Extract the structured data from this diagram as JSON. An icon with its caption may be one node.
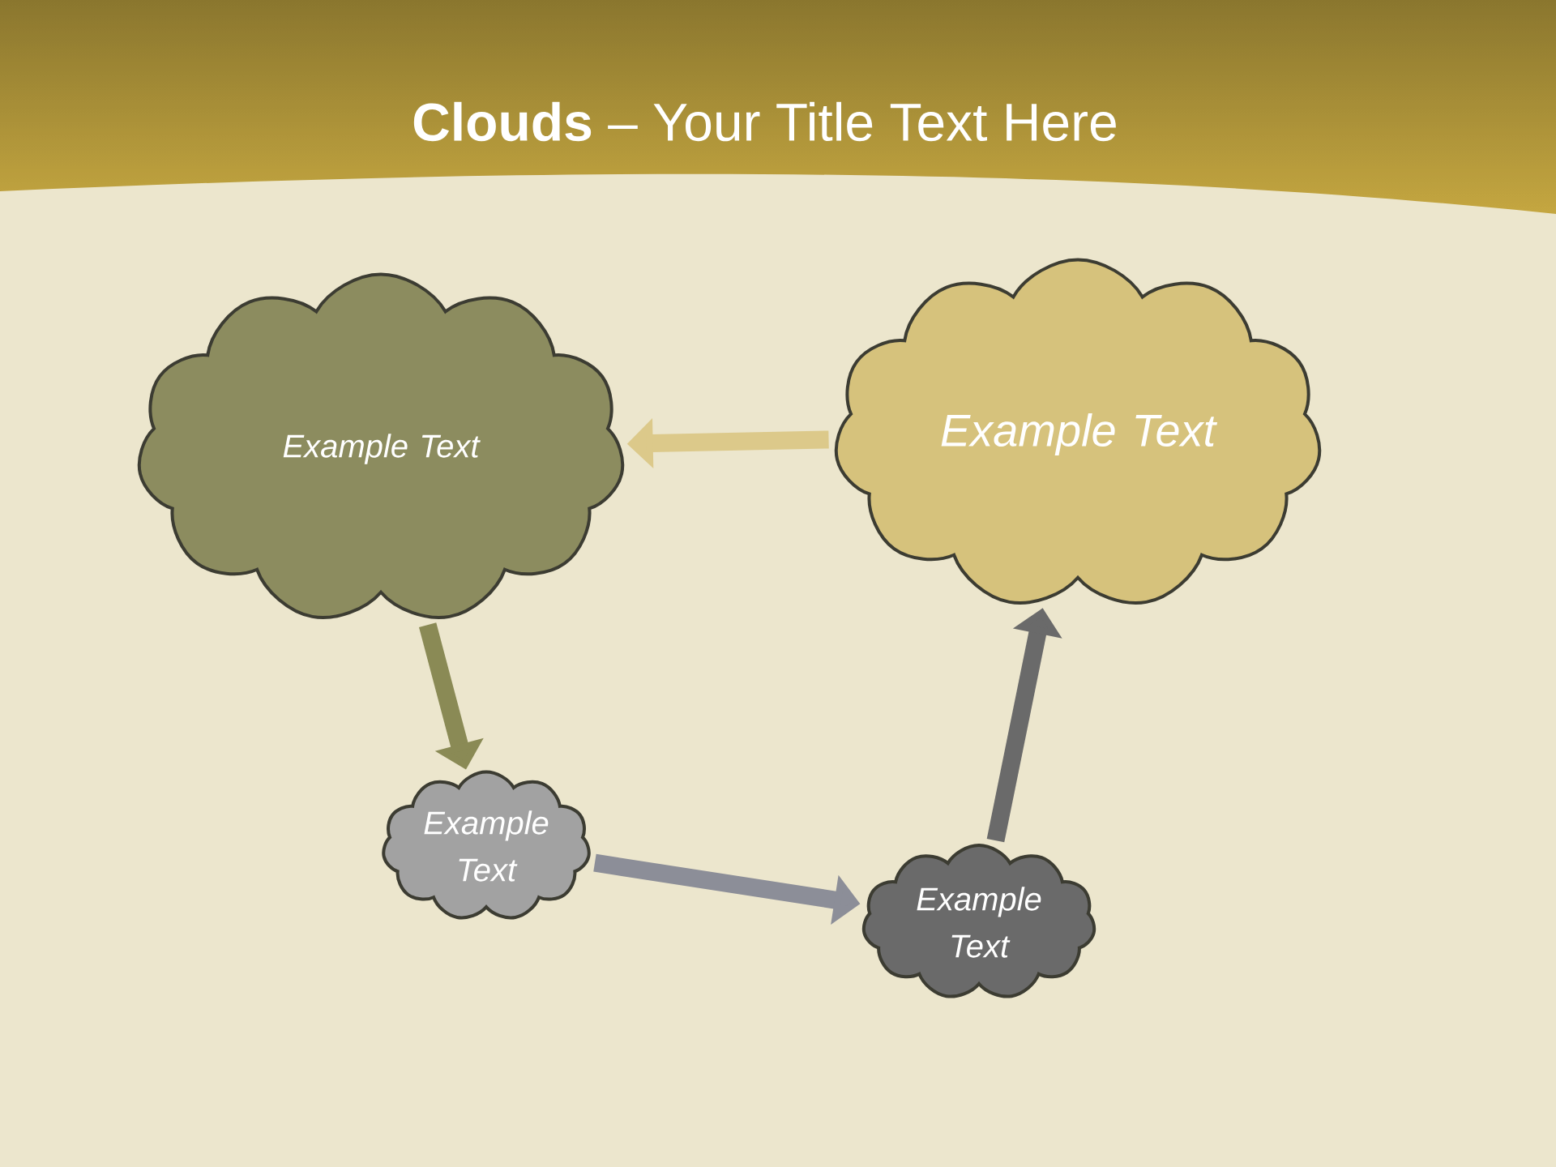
{
  "diagram": {
    "title": "**Clouds** – Your Title Text Here",
    "nodes": [
      {
        "text": [
          "Example Text"
        ]
      },
      {
        "text": [
          "Example Text"
        ]
      },
      {
        "text": [
          "Example Text"
        ]
      },
      {
        "text": [
          "Example Text"
        ]
      }
    ],
    "edges": [
      {
        "from": 0,
        "to": 2,
        "arrow": "to",
        "color": "#8a8a55"
      },
      {
        "from": 2,
        "to": 3,
        "arrow": "to",
        "color": "#8c8e98"
      },
      {
        "from": 3,
        "to": 1,
        "arrow": "to",
        "color": "#6a6a6a"
      },
      {
        "from": 1,
        "to": 0,
        "arrow": "to",
        "color": "#dcc98a"
      }
    ]
  }
}
